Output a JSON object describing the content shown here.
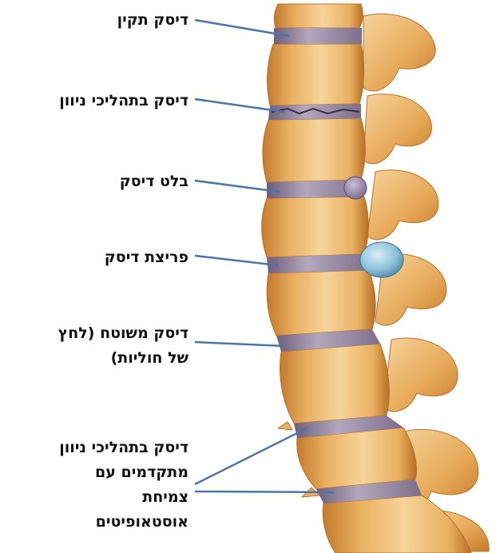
{
  "labels": [
    {
      "id": "normal",
      "text": "דיסק תקין"
    },
    {
      "id": "degenerating",
      "text": "דיסק בתהליכי ניוון"
    },
    {
      "id": "bulging",
      "text": "בלט דיסק"
    },
    {
      "id": "herniated",
      "text": "פריצת דיסק"
    },
    {
      "id": "thinned",
      "text": "דיסק משוטח (לחץ\nשל חוליות)"
    },
    {
      "id": "advanced",
      "text": "דיסק בתהליכי ניוון\nמתקדמים עם\nצמיחת\nאוסטאופיטים"
    }
  ],
  "colors": {
    "bone_light": "#f6d49a",
    "bone_mid": "#e9b061",
    "bone_dark": "#c47a2c",
    "disc": "#9c8ea8",
    "disc_dark": "#6e5f7a",
    "bulge": "#a08fb6",
    "hernia": "#8fc3da",
    "leader": "#4a76a8",
    "text": "#111111"
  }
}
